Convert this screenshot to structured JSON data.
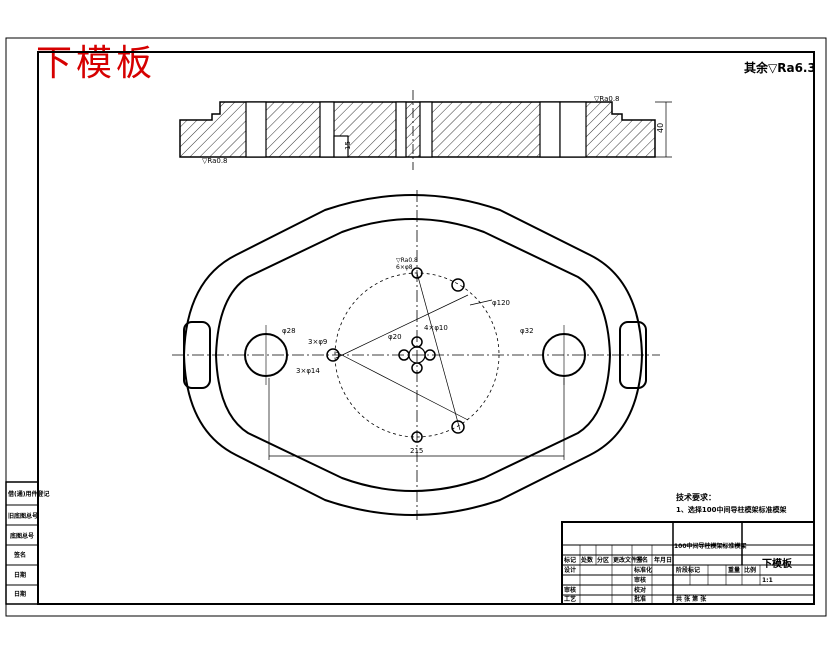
{
  "drawing": {
    "title": "下模板",
    "roughness_note": "其余▽Ra6.3",
    "section_roughness_top": "▽Ra0.8",
    "section_roughness_bottom": "▽Ra0.8",
    "section_dim_thickness": "40",
    "section_dim_step": "15",
    "dims": {
      "top_hole": "▽Ra0.8",
      "top_hole_sub": "6×φ8",
      "phi120": "φ120",
      "phi28": "φ28",
      "phi20": "φ20",
      "four_phi10": "4×φ10",
      "phi32": "φ32",
      "three_phi9": "3×φ9",
      "three_phi14": "3×φ14",
      "dim_215": "215"
    },
    "tech": {
      "heading": "技术要求：",
      "line1": "1、选择100中间导柱模架标准模架"
    },
    "titleblock": {
      "drawing_name": "下模板",
      "mid_label": "100中间导柱模架标准模架",
      "headers": [
        "标记",
        "处数",
        "分区",
        "更改文件号",
        "签名",
        "年月日"
      ],
      "row_design": "设计",
      "row_standard": "标准化",
      "row_review": "审核",
      "row_check": "工艺",
      "row_approve": "批准",
      "r1": "审核",
      "r2": "校对",
      "right_headers": [
        "阶段标记",
        "重量",
        "比例"
      ],
      "scale": "1:1",
      "sheet": "共 张   第 张"
    },
    "side_labels": [
      "借(通)用件登记",
      "旧底图总号",
      "底图总号",
      "签名",
      "日期",
      "日期"
    ]
  }
}
